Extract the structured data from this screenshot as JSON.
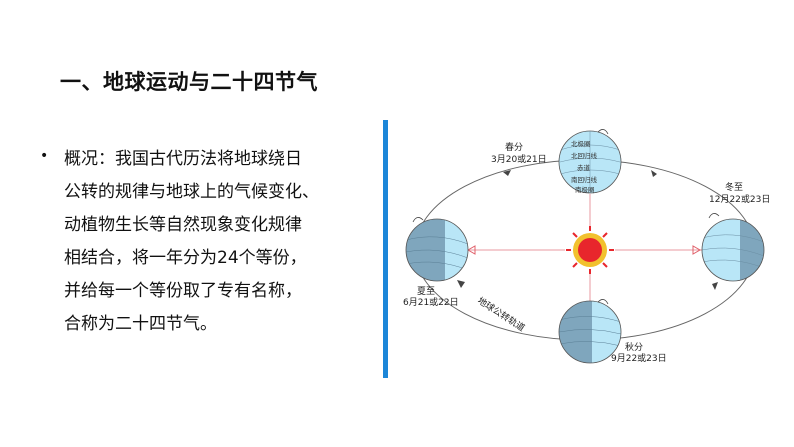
{
  "title": "一、地球运动与二十四节气",
  "bullet": "•",
  "lines": [
    "概况：我国古代历法将地球绕日",
    "公转的规律与地球上的气候变化、",
    "动植物生长等自然现象变化规律",
    "相结合，将一年分为24个等份，",
    "并给每一个等份取了专有名称，",
    "合称为二十四节气。"
  ],
  "diagram": {
    "spring": {
      "name": "春分",
      "date": "3月20或21日"
    },
    "winter": {
      "name": "冬至",
      "date": "12月22或23日"
    },
    "summer": {
      "name": "夏至",
      "date": "6月21或22日"
    },
    "autumn": {
      "name": "秋分",
      "date": "9月22或23日"
    },
    "orbit_label": "地球公转轨道",
    "globe_labels": [
      "北极圈",
      "北回归线",
      "赤道",
      "南回归线",
      "南极圈"
    ],
    "colors": {
      "globe_light": "#b9e6f7",
      "globe_dark": "#7fa6bd",
      "sun": "#e8262c",
      "orbit": "#666666",
      "accent": "#1c86d8"
    }
  }
}
